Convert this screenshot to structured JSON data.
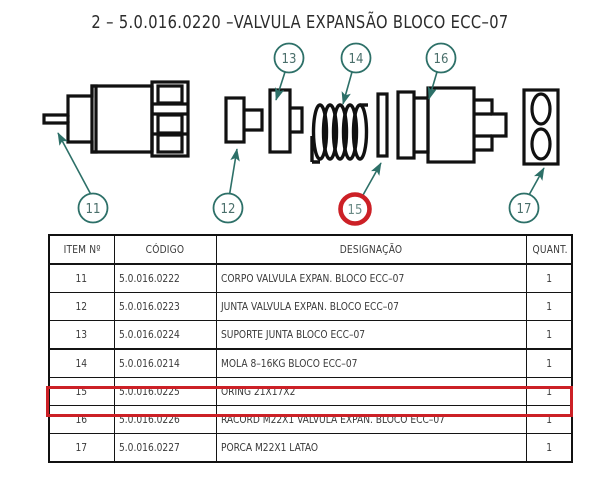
{
  "title": "2 – 5.0.016.0220 –VALVULA EXPANSÃO BLOCO ECC–07",
  "colors": {
    "balloon_stroke": "#2d7068",
    "balloon_text": "#4a6f6b",
    "highlight_red": "#cc2026",
    "line_black": "#111111",
    "background": "#ffffff"
  },
  "diagram": {
    "balloons": [
      {
        "id": "balloon-11",
        "label": "11",
        "highlighted": false
      },
      {
        "id": "balloon-12",
        "label": "12",
        "highlighted": false
      },
      {
        "id": "balloon-13",
        "label": "13",
        "highlighted": false
      },
      {
        "id": "balloon-14",
        "label": "14",
        "highlighted": false
      },
      {
        "id": "balloon-15",
        "label": "15",
        "highlighted": true
      },
      {
        "id": "balloon-16",
        "label": "16",
        "highlighted": false
      },
      {
        "id": "balloon-17",
        "label": "17",
        "highlighted": false
      }
    ],
    "parts": [
      {
        "name": "valve-body",
        "item": "11"
      },
      {
        "name": "gasket",
        "item": "12"
      },
      {
        "name": "gasket-support",
        "item": "13"
      },
      {
        "name": "coil-spring",
        "item": "14"
      },
      {
        "name": "o-ring",
        "item": "15"
      },
      {
        "name": "fitting-racord",
        "item": "16"
      },
      {
        "name": "brass-nut",
        "item": "17"
      }
    ]
  },
  "table": {
    "headers": {
      "item": "ITEM Nº",
      "code": "CÓDIGO",
      "designation": "DESIGNAÇÃO",
      "quantity": "QUANT."
    },
    "rows": [
      {
        "item": "11",
        "code": "5.0.016.0222",
        "designation": "CORPO VALVULA EXPAN. BLOCO ECC–07",
        "qty": "1",
        "highlighted": false
      },
      {
        "item": "12",
        "code": "5.0.016.0223",
        "designation": "JUNTA VALVULA EXPAN. BLOCO ECC–07",
        "qty": "1",
        "highlighted": false
      },
      {
        "item": "13",
        "code": "5.0.016.0224",
        "designation": "SUPORTE JUNTA BLOCO ECC–07",
        "qty": "1",
        "highlighted": false
      },
      {
        "item": "14",
        "code": "5.0.016.0214",
        "designation": "MOLA 8–16KG BLOCO ECC–07",
        "qty": "1",
        "highlighted": false
      },
      {
        "item": "15",
        "code": "5.0.016.0225",
        "designation": "ORING 21X17X2",
        "qty": "1",
        "highlighted": true
      },
      {
        "item": "16",
        "code": "5.0.016.0226",
        "designation": "RACORD M22X1 VALVULA EXPAN. BLOCO ECC–07",
        "qty": "1",
        "highlighted": false
      },
      {
        "item": "17",
        "code": "5.0.016.0227",
        "designation": "PORCA M22X1 LATAO",
        "qty": "1",
        "highlighted": false
      }
    ]
  }
}
